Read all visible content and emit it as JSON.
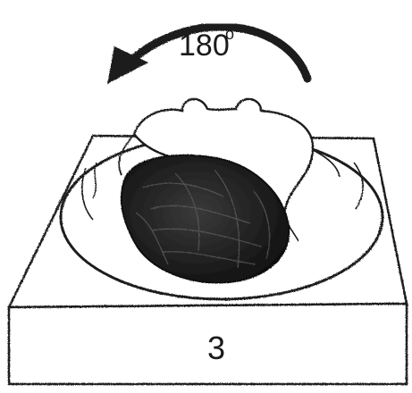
{
  "rotation": {
    "angle_text": "180",
    "degree_symbol": "o",
    "direction": "counterclockwise"
  },
  "block": {
    "label": "3"
  },
  "colors": {
    "ink": "#1a1a1a",
    "paper": "#ffffff",
    "mass": "#2a2a2a"
  }
}
